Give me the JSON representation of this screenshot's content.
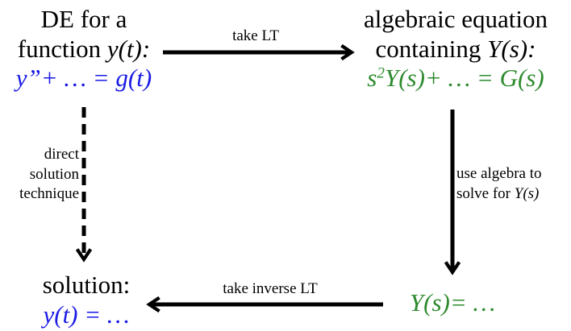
{
  "nodes": {
    "de": {
      "line1": "DE for a",
      "line2_prefix": "function ",
      "line2_func": "y(t):",
      "equation": "y”+ … = g(t)"
    },
    "algebraic": {
      "line1": "algebraic equation",
      "line2_prefix": "containing ",
      "line2_func": "Y(s):",
      "equation_base": "s",
      "equation_exp": "2",
      "equation_rest": "Y(s)+ … = G(s)"
    },
    "solution": {
      "line1": "solution:",
      "equation": "y(t) = …"
    },
    "inverse": {
      "equation": "Y(s)= …"
    }
  },
  "edges": {
    "take_lt": "take LT",
    "direct_line1": "direct",
    "direct_line2": "solution",
    "direct_line3": "technique",
    "algebra_line1": "use algebra to",
    "algebra_line2_prefix": "solve for ",
    "algebra_line2_func": "Y(s)",
    "take_inverse_lt": "take inverse LT"
  },
  "colors": {
    "time_domain": "#1a1ae6",
    "s_domain": "#2e8b2e",
    "arrow": "#000000"
  }
}
